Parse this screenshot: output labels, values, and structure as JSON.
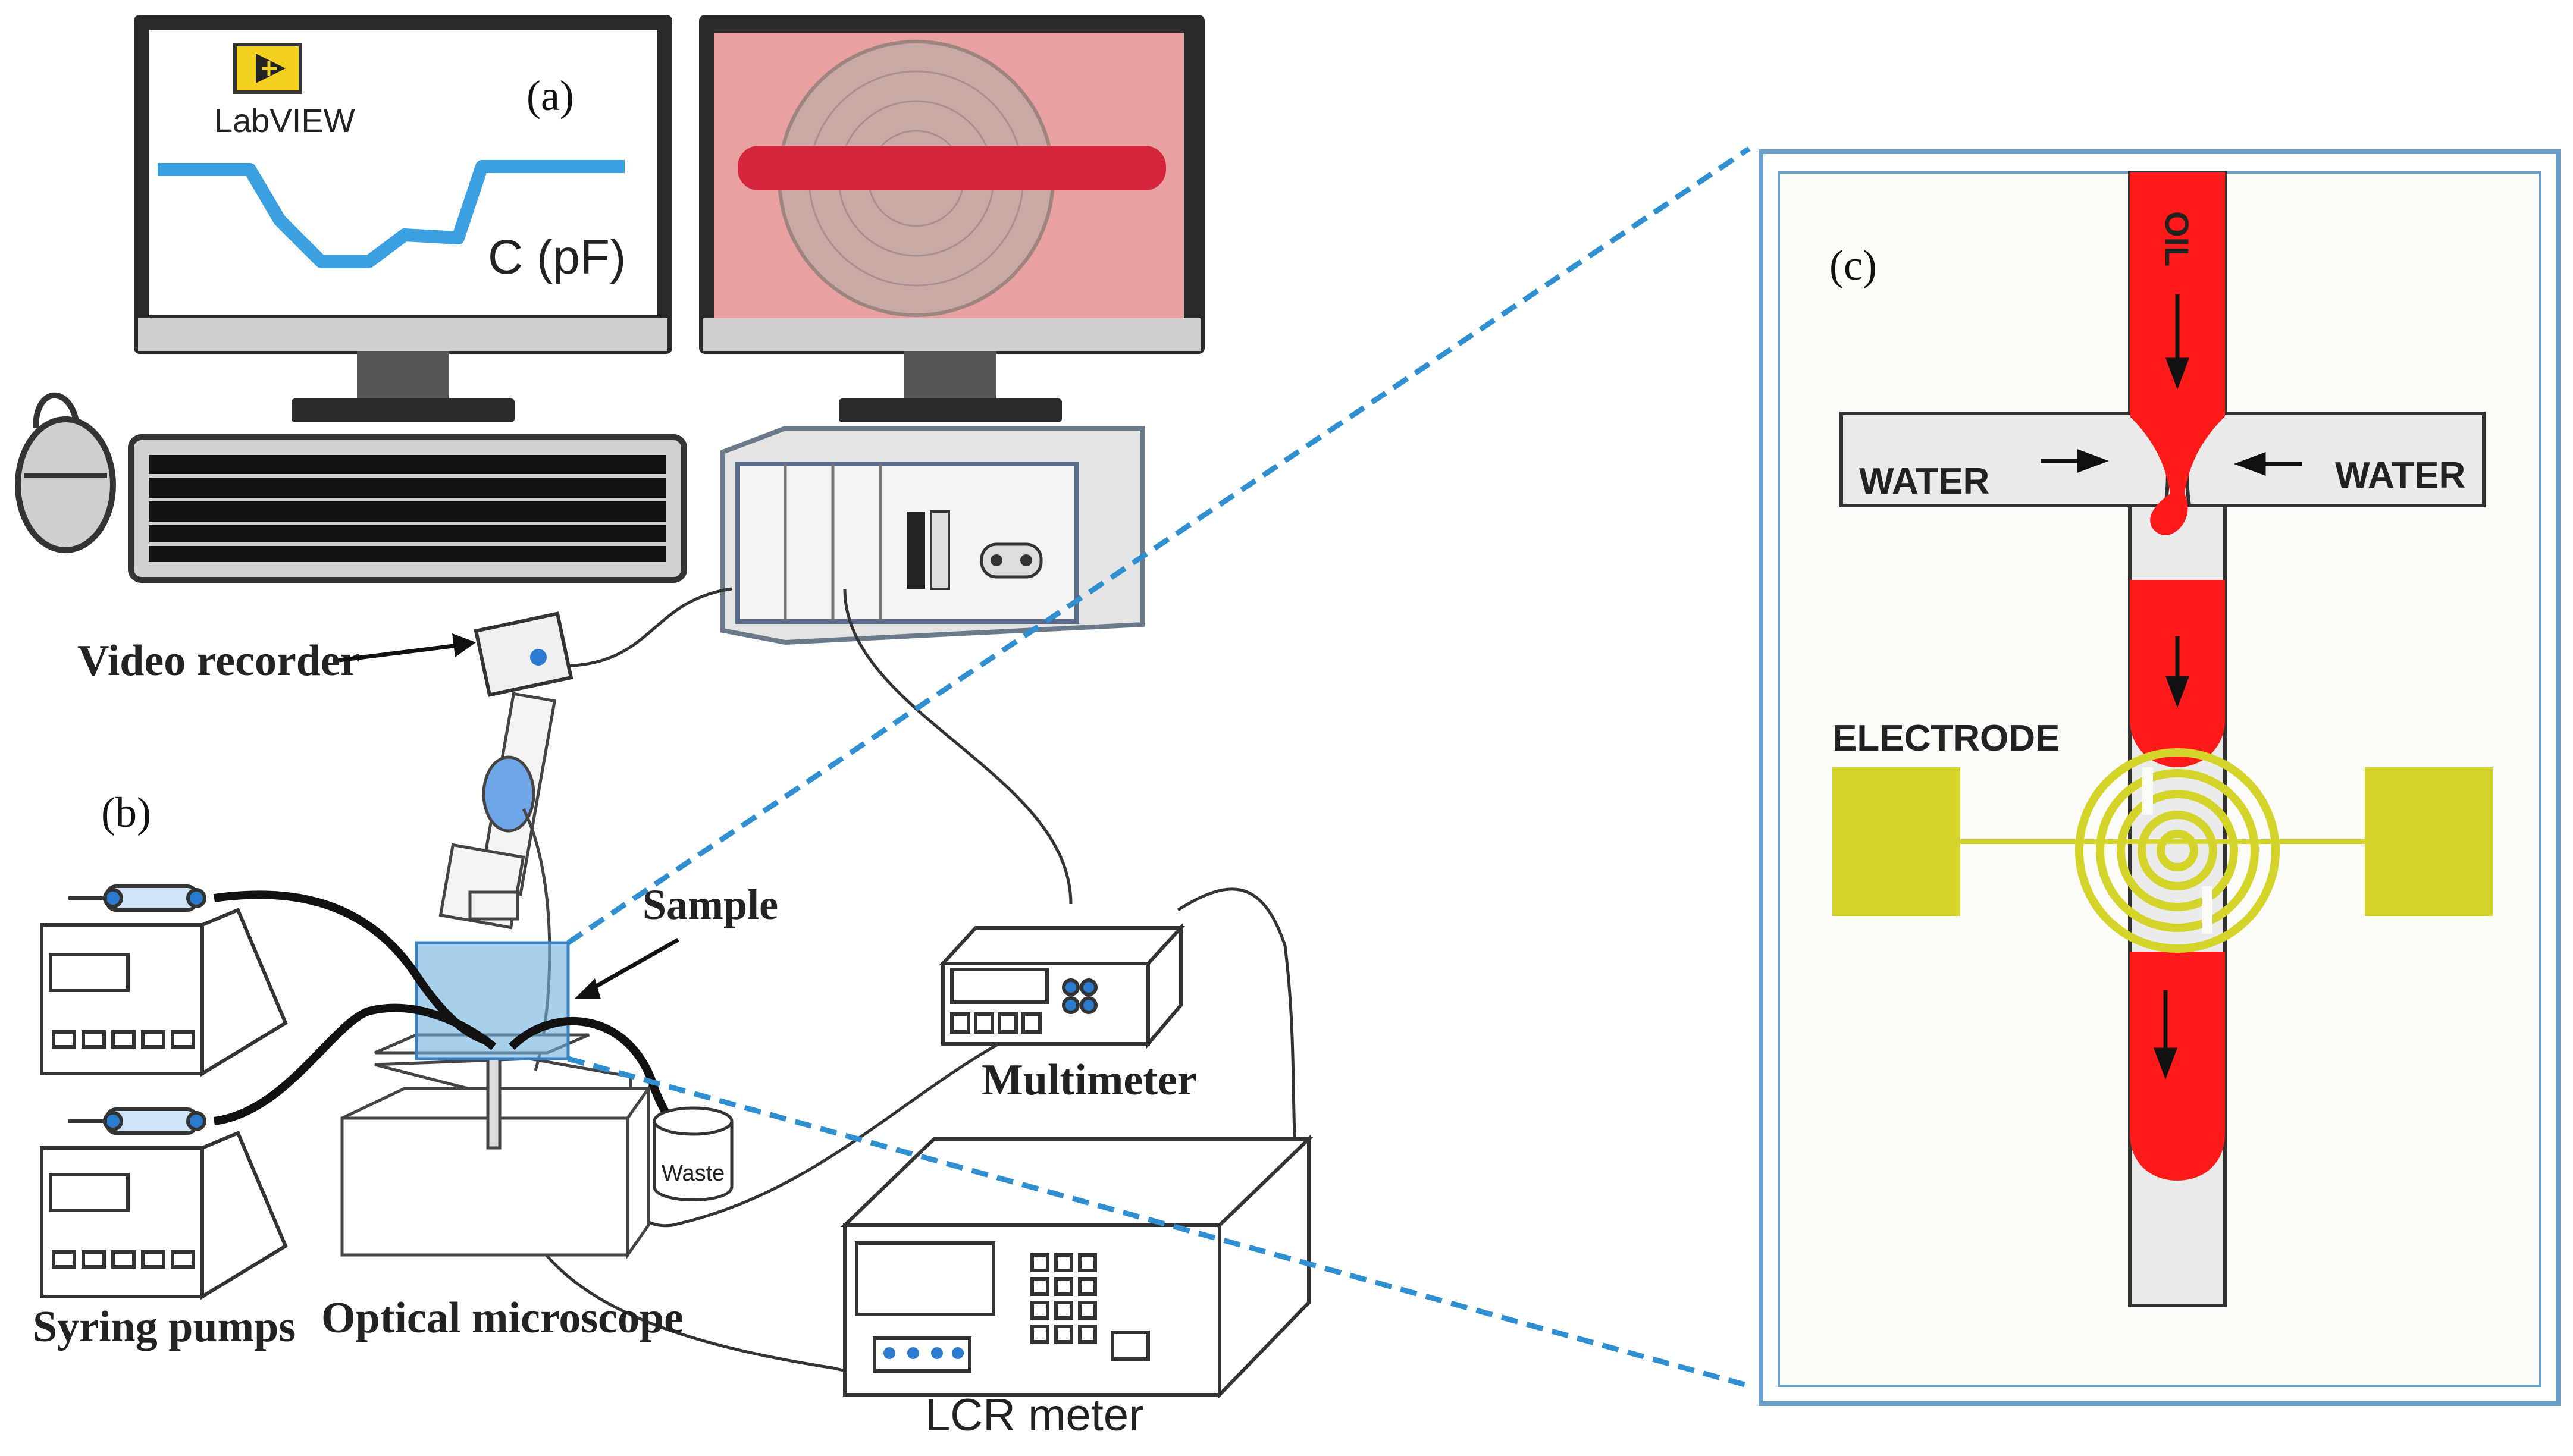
{
  "panels": {
    "a": "(a)",
    "b": "(b)",
    "c": "(c)"
  },
  "monitor_left": {
    "software": "LabVIEW",
    "plot_label": "C (pF)"
  },
  "labels": {
    "video_recorder": "Video recorder",
    "sample": "Sample",
    "multimeter": "Multimeter",
    "syring_pumps": "Syring pumps",
    "optical_microscope": "Optical microscope",
    "lcr_meter": "LCR meter",
    "waste": "Waste"
  },
  "chip": {
    "oil": "OIL",
    "water_left": "WATER",
    "water_right": "WATER",
    "electrode": "ELECTRODE"
  },
  "colors": {
    "oil_red": "#ff1a1a",
    "electrode_yellow": "#d4d42a",
    "zoom_line_blue": "#2f8fd0",
    "plot_trace_blue": "#3aa0e0",
    "screen_pink": "#e8a0a0"
  }
}
